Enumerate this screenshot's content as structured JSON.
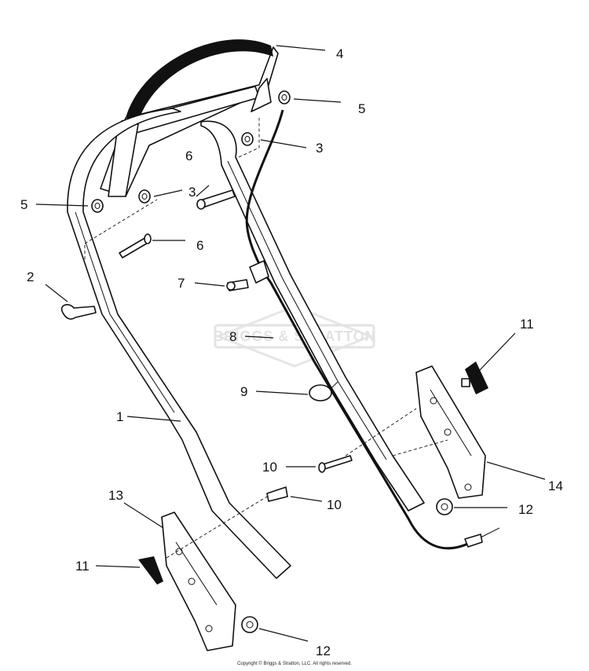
{
  "diagram": {
    "watermark": "BRIGGS & STRATTON",
    "copyright": "Copyright © Briggs & Stratton, LLC. All rights reserved.",
    "callouts": [
      "1",
      "2",
      "3",
      "3",
      "4",
      "5",
      "5",
      "6",
      "6",
      "7",
      "8",
      "9",
      "10",
      "10",
      "11",
      "11",
      "12",
      "12",
      "13",
      "14"
    ]
  }
}
